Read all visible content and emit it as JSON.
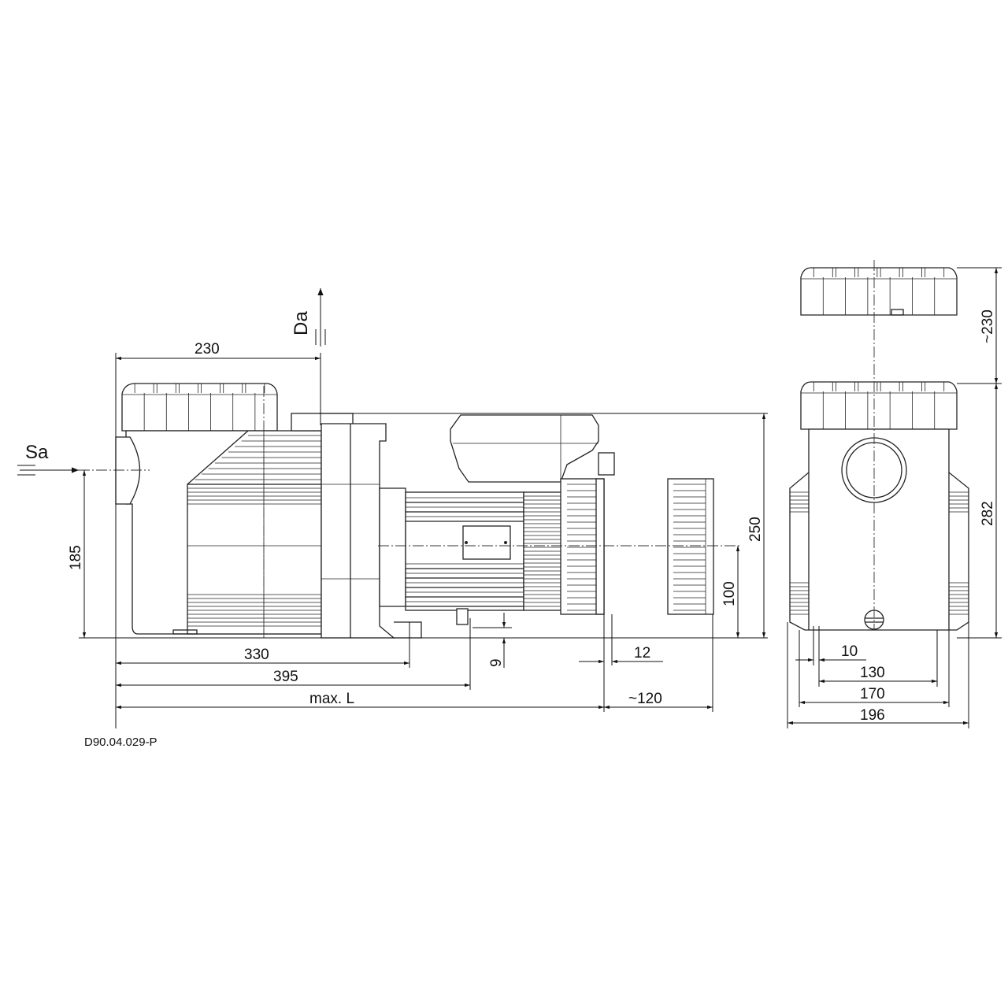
{
  "drawing": {
    "code": "D90.04.029-P",
    "labels": {
      "suction": "Sa",
      "discharge": "Da"
    },
    "side_view_dimensions": {
      "d230": "230",
      "d185": "185",
      "d250": "250",
      "d100": "100",
      "d330": "330",
      "d395": "395",
      "max_l": "max. L",
      "d120": "~120",
      "d12": "12",
      "d9": "9"
    },
    "front_view_dimensions": {
      "d230": "~230",
      "d282": "282",
      "d10": "10",
      "d130": "130",
      "d170": "170",
      "d196": "196"
    }
  }
}
